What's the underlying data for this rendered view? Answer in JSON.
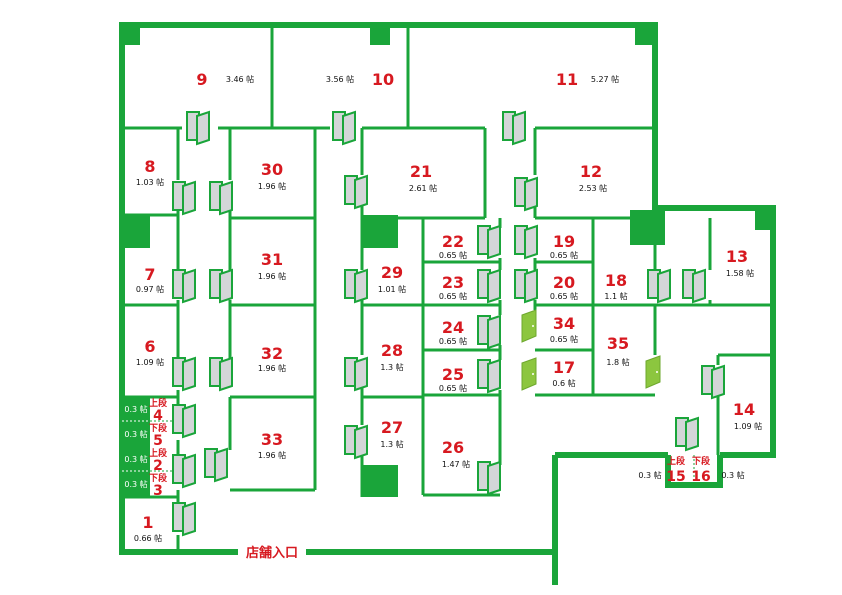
{
  "colors": {
    "wall": "#1aa53a",
    "room_number": "#d71920",
    "door": "#d3d6d8",
    "open_door": "#8cc63f"
  },
  "entrance_label": "店舗入口",
  "tiers": {
    "upper": "上段",
    "lower": "下段"
  },
  "rooms": [
    {
      "no": "1",
      "size": "0.66 帖"
    },
    {
      "no": "2",
      "size": "0.3 帖",
      "tier": "上段"
    },
    {
      "no": "3",
      "size": "0.3 帖",
      "tier": "下段"
    },
    {
      "no": "4",
      "size": "0.3 帖",
      "tier": "上段"
    },
    {
      "no": "5",
      "size": "0.3 帖",
      "tier": "下段"
    },
    {
      "no": "6",
      "size": "1.09 帖"
    },
    {
      "no": "7",
      "size": "0.97 帖"
    },
    {
      "no": "8",
      "size": "1.03 帖"
    },
    {
      "no": "9",
      "size": "3.46 帖"
    },
    {
      "no": "10",
      "size": "3.56 帖"
    },
    {
      "no": "11",
      "size": "5.27 帖"
    },
    {
      "no": "12",
      "size": "2.53 帖"
    },
    {
      "no": "13",
      "size": "1.58 帖"
    },
    {
      "no": "14",
      "size": "1.09 帖"
    },
    {
      "no": "15",
      "size": "0.3 帖",
      "tier": "上段"
    },
    {
      "no": "16",
      "size": "0.3 帖",
      "tier": "下段"
    },
    {
      "no": "17",
      "size": "0.6 帖"
    },
    {
      "no": "18",
      "size": "1.1 帖"
    },
    {
      "no": "19",
      "size": "0.65 帖"
    },
    {
      "no": "20",
      "size": "0.65 帖"
    },
    {
      "no": "21",
      "size": "2.61 帖"
    },
    {
      "no": "22",
      "size": "0.65 帖"
    },
    {
      "no": "23",
      "size": "0.65 帖"
    },
    {
      "no": "24",
      "size": "0.65 帖"
    },
    {
      "no": "25",
      "size": "0.65 帖"
    },
    {
      "no": "26",
      "size": "1.47 帖"
    },
    {
      "no": "27",
      "size": "1.3 帖"
    },
    {
      "no": "28",
      "size": "1.3 帖"
    },
    {
      "no": "29",
      "size": "1.01 帖"
    },
    {
      "no": "30",
      "size": "1.96 帖"
    },
    {
      "no": "31",
      "size": "1.96 帖"
    },
    {
      "no": "32",
      "size": "1.96 帖"
    },
    {
      "no": "33",
      "size": "1.96 帖"
    },
    {
      "no": "34",
      "size": "0.65 帖"
    },
    {
      "no": "35",
      "size": "1.8 帖"
    }
  ]
}
